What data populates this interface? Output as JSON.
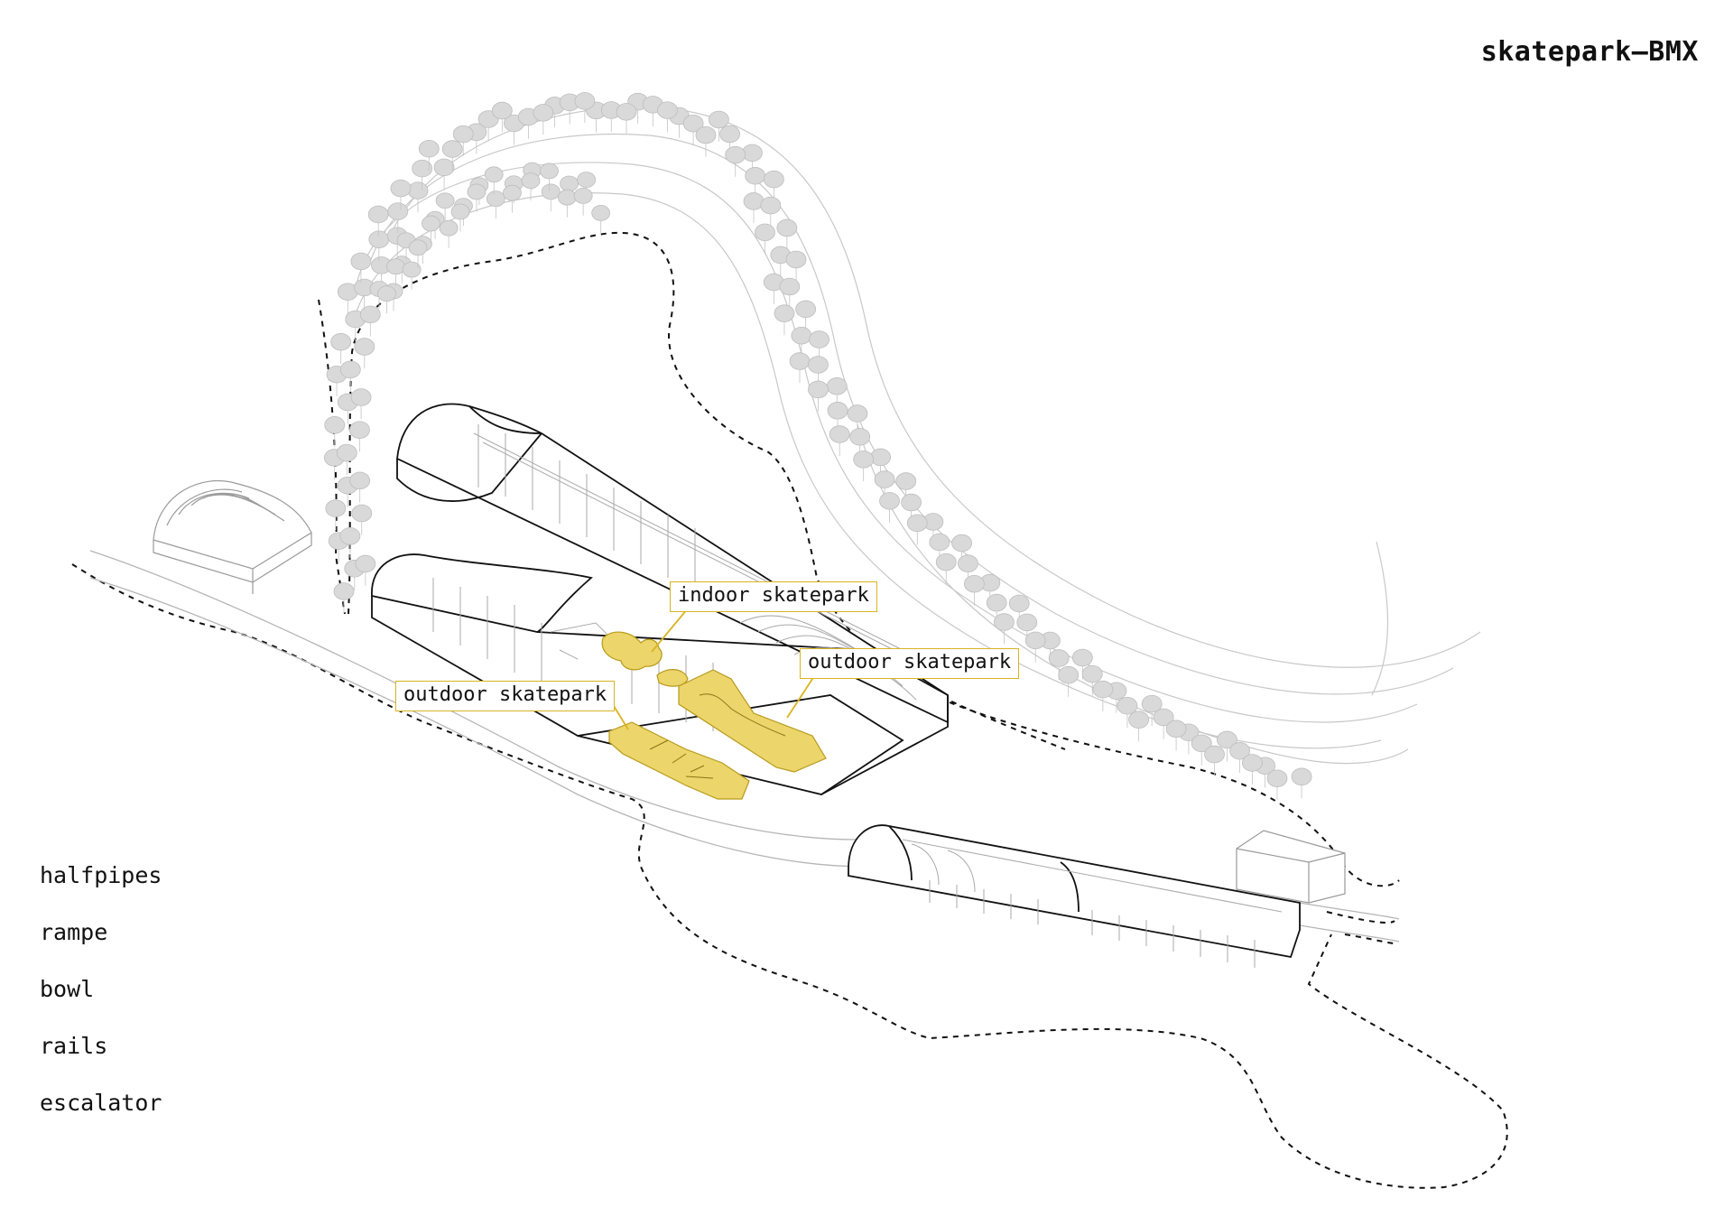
{
  "title": "skatepark–BMX",
  "legend": [
    "halfpipes",
    "rampe",
    "bowl",
    "rails",
    "escalator"
  ],
  "callouts": {
    "indoor": "indoor skatepark",
    "outdoor_right": "outdoor skatepark",
    "outdoor_left": "outdoor skatepark"
  },
  "colors": {
    "highlight_fill": "#ecd56a",
    "highlight_stroke": "#b89a1c",
    "callout_border": "#d9b422",
    "line": "#1a1a1a",
    "light_line": "#aaaaaa",
    "tree": "#d9d9d9"
  }
}
